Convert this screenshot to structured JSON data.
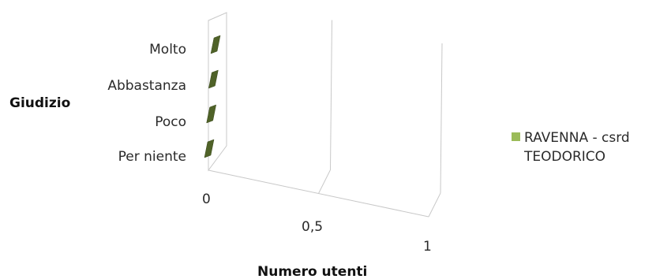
{
  "chart_data": {
    "type": "bar",
    "orientation": "horizontal-3d",
    "categories": [
      "Molto",
      "Abbastanza",
      "Poco",
      "Per niente"
    ],
    "series": [
      {
        "name": "RAVENNA - csrd TEODORICO",
        "values": [
          0,
          0,
          0,
          0
        ],
        "color": "#9bbb59"
      }
    ],
    "xlabel": "Numero utenti",
    "ylabel": "Giudizio",
    "x_ticks": [
      "0",
      "0,5",
      "1"
    ],
    "xlim": [
      0,
      1
    ],
    "legend": "right",
    "colors": {
      "bar_face": "#4f6228",
      "bar_edge": "#3b4a1d",
      "axis": "#c8c8c8"
    }
  }
}
